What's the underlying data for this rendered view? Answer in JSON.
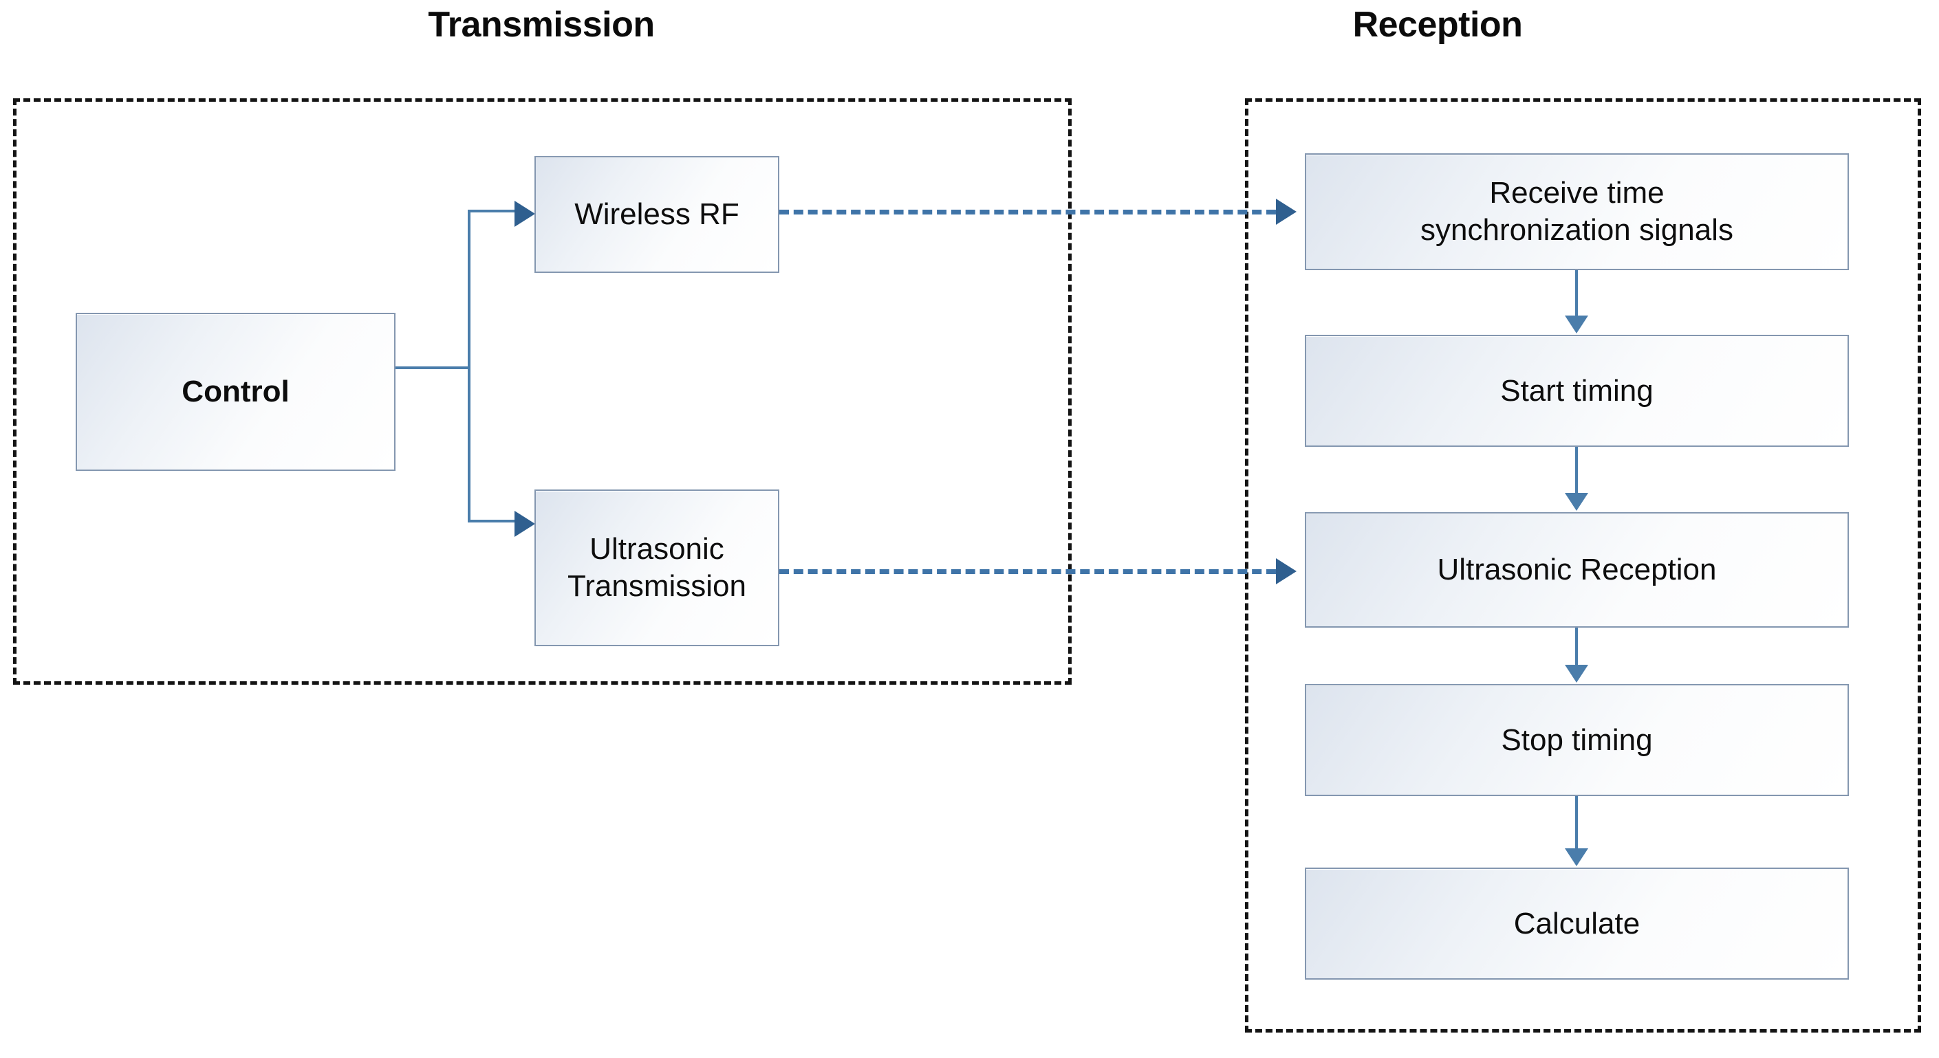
{
  "diagram": {
    "title_transmission": "Transmission",
    "title_reception": "Reception",
    "groups": [
      {
        "id": "transmission",
        "label": "Transmission"
      },
      {
        "id": "reception",
        "label": "Reception"
      }
    ],
    "nodes": {
      "control": "Control",
      "wireless_rf": "Wireless RF",
      "ultrasonic_transmission": "Ultrasonic\nTransmission",
      "receive_time_sync": "Receive time\nsynchronization signals",
      "start_timing": "Start timing",
      "ultrasonic_reception": "Ultrasonic Reception",
      "stop_timing": "Stop timing",
      "calculate": "Calculate"
    },
    "edges": [
      {
        "from": "control",
        "to": "wireless_rf",
        "style": "solid"
      },
      {
        "from": "control",
        "to": "ultrasonic_transmission",
        "style": "solid"
      },
      {
        "from": "wireless_rf",
        "to": "receive_time_sync",
        "style": "dashed"
      },
      {
        "from": "ultrasonic_transmission",
        "to": "ultrasonic_reception",
        "style": "dashed"
      },
      {
        "from": "receive_time_sync",
        "to": "start_timing",
        "style": "solid"
      },
      {
        "from": "start_timing",
        "to": "ultrasonic_reception",
        "style": "solid"
      },
      {
        "from": "ultrasonic_reception",
        "to": "stop_timing",
        "style": "solid"
      },
      {
        "from": "stop_timing",
        "to": "calculate",
        "style": "solid"
      }
    ],
    "colors": {
      "group_border": "#141414",
      "node_border": "#8497b0",
      "connector": "#4a7dab",
      "arrowhead": "#2f5f8f",
      "text": "#0d0d0d",
      "background": "#ffffff"
    }
  }
}
